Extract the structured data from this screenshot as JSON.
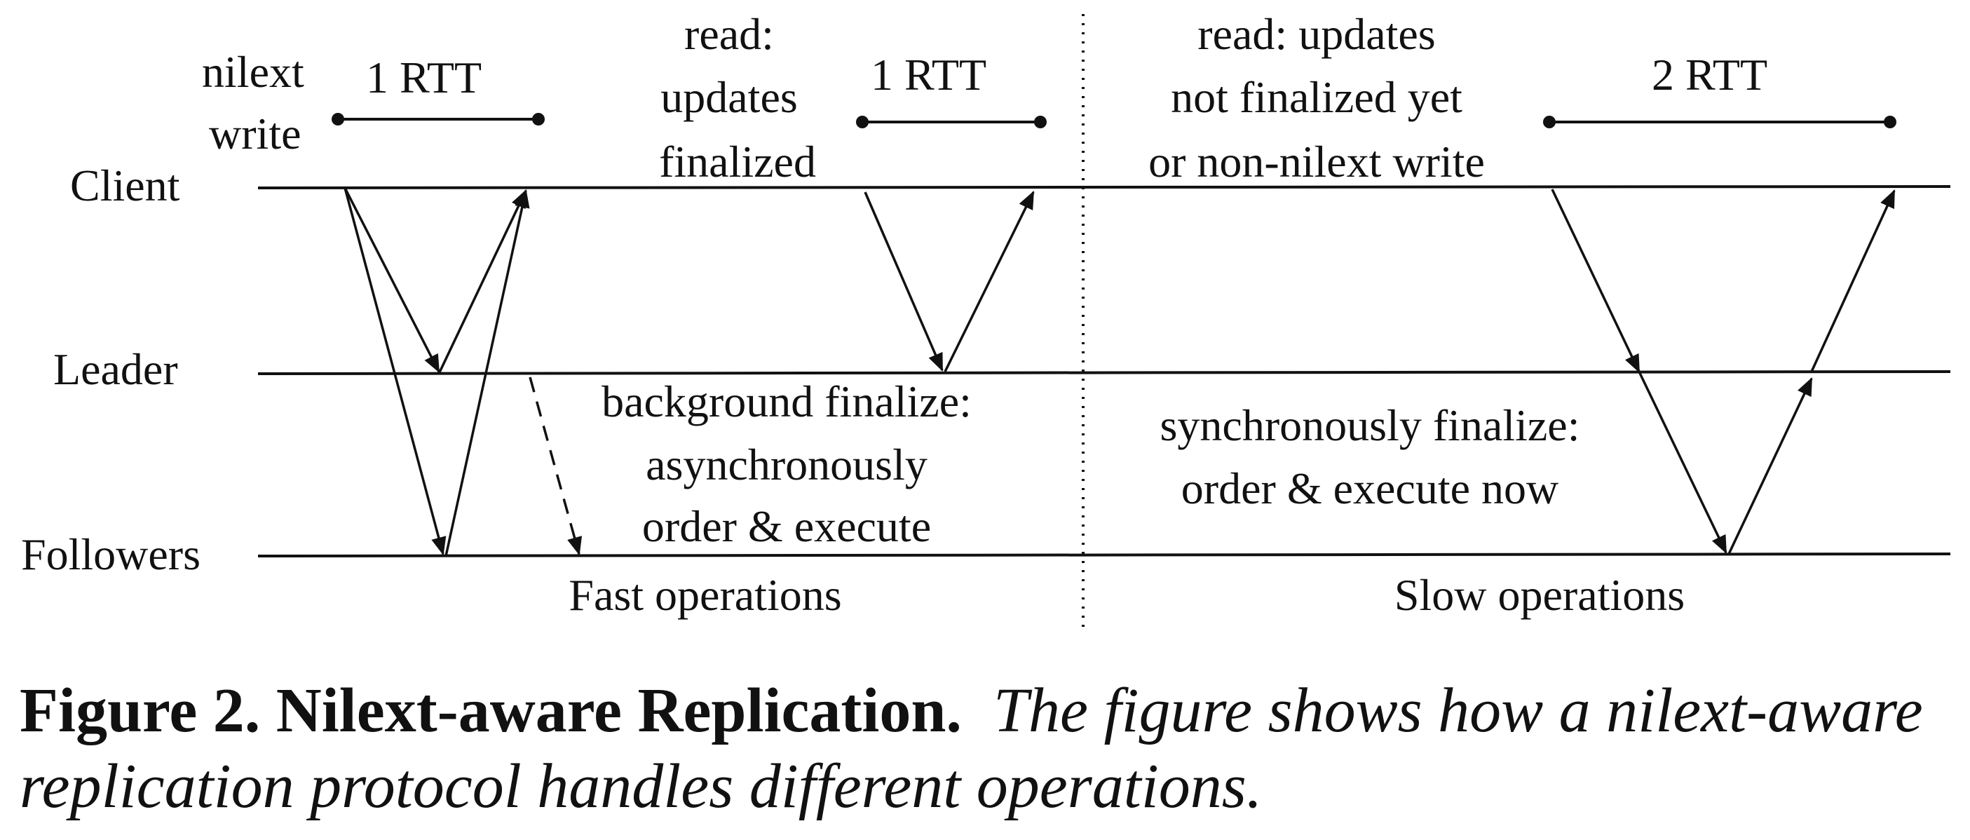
{
  "diagram": {
    "lanes": {
      "client": "Client",
      "leader": "Leader",
      "followers": "Followers"
    },
    "fast": {
      "write_label_line1": "nilext",
      "write_label_line2": "write",
      "write_rtt": "1 RTT",
      "read_label_line1": "read:",
      "read_label_line2": "updates",
      "read_label_line3": "finalized",
      "read_rtt": "1 RTT",
      "background_line1": "background finalize:",
      "background_line2": "asynchronously",
      "background_line3": "order & execute",
      "section_label": "Fast operations"
    },
    "slow": {
      "label_line1": "read: updates",
      "label_line2": "not finalized yet",
      "label_line3": "or non-nilext write",
      "rtt": "2 RTT",
      "sync_line1": "synchronously finalize:",
      "sync_line2": "order & execute now",
      "section_label": "Slow operations"
    }
  },
  "caption": {
    "head": "Figure 2. Nilext-aware Replication.",
    "body": "The figure shows how a nilext-aware replication protocol handles different operations."
  }
}
